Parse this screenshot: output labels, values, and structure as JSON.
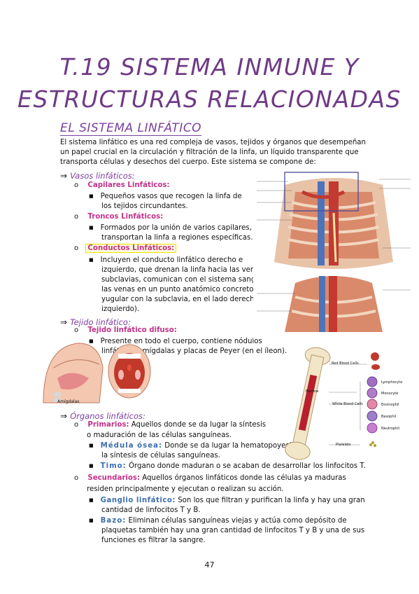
{
  "title_line1": "T.19 SISTEMA INMUNE Y",
  "title_line2": "ESTRUCTURAS RELACIONADAS",
  "section_heading": "EL SISTEMA LINFÁTICO",
  "intro": [
    "El sistema linfático es una red compleja de vasos, tejidos y órganos que desempeñan",
    "un papel crucial en la circulación y filtración de la linfa, un líquido transparente que",
    "transporta células y desechos del cuerpo. Este sistema se compone de:"
  ],
  "arrow": "⇒",
  "bullet_o": "o",
  "bullet_sq": "■",
  "vasos": {
    "heading": "Vasos linfáticos:",
    "capilares": {
      "label": "Capilares Linfáticos:",
      "lines": [
        "Pequeños vasos que recogen la linfa de",
        "los tejidos circundantes."
      ]
    },
    "troncos": {
      "label": "Troncos Linfáticos:",
      "lines": [
        "Formados por la unión de varios capilares,",
        "transportan la linfa a regiones específicas."
      ]
    },
    "conductos": {
      "label": "Conductos Linfáticos:",
      "lines": [
        "Incluyen el conducto linfático derecho e",
        "izquierdo, que drenan la linfa hacia las venas",
        "subclavias, comunican con el sistema sanguíneo,",
        "las venas en un punto anatómico concreto (vena",
        "yugular con la subclavia, en el lado derecho e",
        "izquierdo)."
      ]
    }
  },
  "tejido": {
    "heading": "Tejido linfático:",
    "difuso": {
      "label": "Tejido linfático difuso:",
      "lines": [
        "Presente en todo el cuerpo, contiene nódulos",
        "linfáticos, amígdalas y placas de Peyer (en el íleon)."
      ]
    }
  },
  "organos": {
    "heading": "Órganos linfáticos:",
    "primarios": {
      "label": "Primarios:",
      "rest": " Aquellos donde se da lugar la síntesis",
      "line2": "o maduración de las células sanguíneas."
    },
    "medula": {
      "label": "Médula ósea:",
      "rest": " Donde se da lugar la hematopoyesis,",
      "line2": "la síntesis de células sanguíneas."
    },
    "timo": {
      "label": "Timo:",
      "rest": " Órgano donde maduran o se acaban de desarrollar los linfocitos T."
    },
    "secundarios": {
      "label": "Secundarios:",
      "rest": " Aquellos órganos linfáticos donde las células ya maduras",
      "line2": "residen principalmente y ejecutan o realizan su acción."
    },
    "ganglio": {
      "label": "Ganglio linfático:",
      "rest": " Son los que filtran y purifican la linfa y hay una gran",
      "line2": "cantidad de linfocitos T y B."
    },
    "bazo": {
      "label": "Bazo:",
      "rest": " Eliminan células sanguíneas viejas y actúa como depósito de",
      "line2": "plaquetas también hay una gran cantidad de linfocitos T y B y una de sus",
      "line3": "funciones es filtrar la sangre."
    }
  },
  "mouth_label": "Amígdalas",
  "bone_labels": {
    "red": "Red Blood Cells",
    "marrow": "Marrow",
    "white": "White Blood Cells",
    "platelets": "Platelets",
    "cells": [
      "Lymphocyte",
      "Monocyte",
      "Eosinophil",
      "Basophil",
      "Neutrophil"
    ]
  },
  "page_number": "47",
  "colors": {
    "title": "#6f3a86",
    "pink_label": "#c2338a",
    "blue_label": "#3d6fb0",
    "highlight": "#f1e000"
  }
}
